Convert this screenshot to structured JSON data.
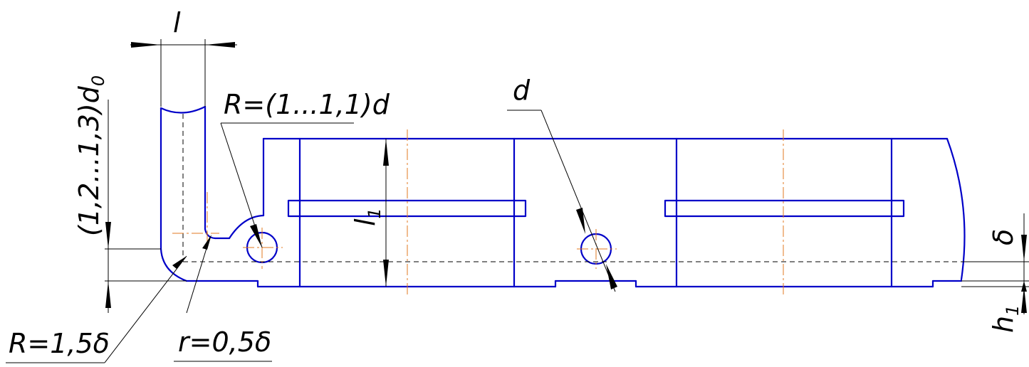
{
  "labels": {
    "l": "l",
    "l1_main": "l",
    "l1_sub": "1",
    "d": "d",
    "delta": "δ",
    "h1_main": "h",
    "h1_sub": "1",
    "radius_d": "R=(1...1,1)d",
    "radius_delta": "R=1,5δ",
    "fillet_r": "r=0,5δ",
    "d0_main": "(1,2...1,3)d",
    "d0_sub": "0"
  },
  "colors": {
    "contour": "#0000c8",
    "dimension": "#000000",
    "center_line": "#e07820"
  }
}
